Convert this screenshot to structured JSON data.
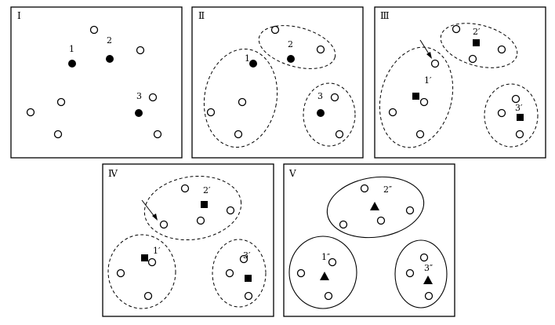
{
  "panels": [
    {
      "id": "I",
      "label": "Ⅰ",
      "center_labels": [
        "1",
        "2",
        "3"
      ]
    },
    {
      "id": "II",
      "label": "Ⅱ",
      "center_labels": [
        "1",
        "2",
        "3"
      ]
    },
    {
      "id": "III",
      "label": "Ⅲ",
      "center_labels": [
        "1′",
        "2′",
        "3′"
      ]
    },
    {
      "id": "IV",
      "label": "Ⅳ",
      "center_labels": [
        "1′",
        "2′",
        "3′"
      ]
    },
    {
      "id": "V",
      "label": "Ⅴ",
      "center_labels": [
        "1″",
        "2″",
        "3″"
      ]
    }
  ]
}
